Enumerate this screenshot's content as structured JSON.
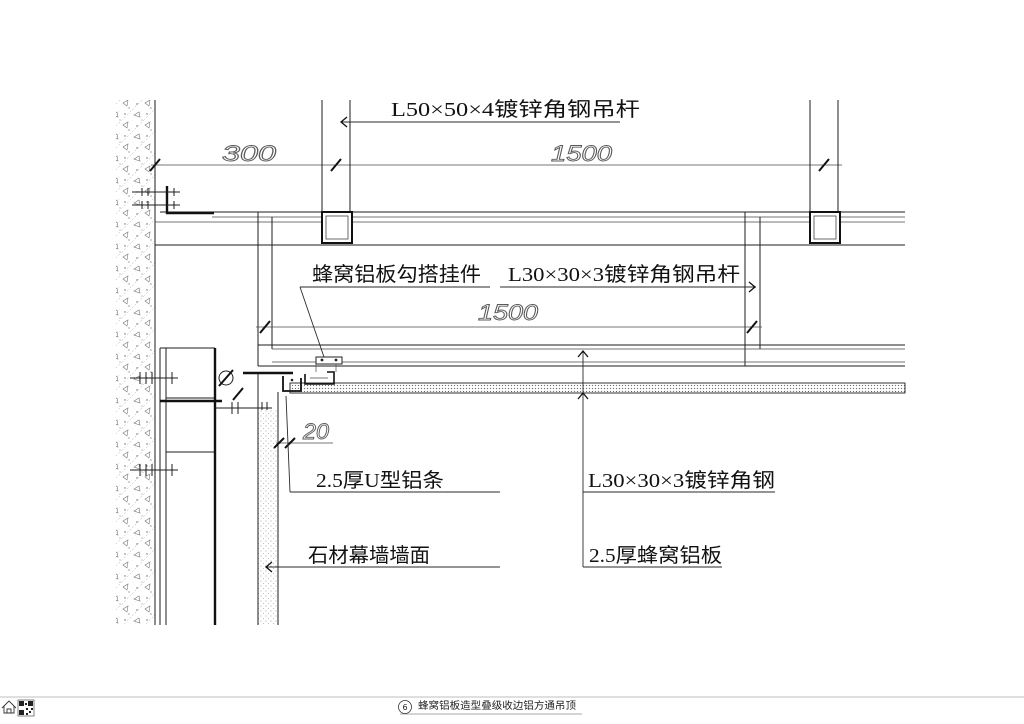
{
  "drawing": {
    "labels": {
      "l50_hanger": "L50×50×4镀锌角钢吊杆",
      "panel_hook": "蜂窝铝板勾搭挂件",
      "l30_hanger": "L30×30×3镀锌角钢吊杆",
      "u_strip": "2.5厚U型铝条",
      "l30_angle": "L30×30×3镀锌角钢",
      "stone_wall": "石材幕墙墙面",
      "honeycomb_panel": "2.5厚蜂窝铝板"
    },
    "dimensions": {
      "wall_to_hanger": "300",
      "hanger_spacing": "1500",
      "sub_hanger_spacing": "1500",
      "panel_gap": "20"
    }
  },
  "title_block": {
    "detail_number": "6",
    "title": "蜂窝铝板造型叠级收边铝方通吊顶"
  },
  "colors": {
    "line": "#1e1e1e",
    "background": "#ffffff"
  }
}
